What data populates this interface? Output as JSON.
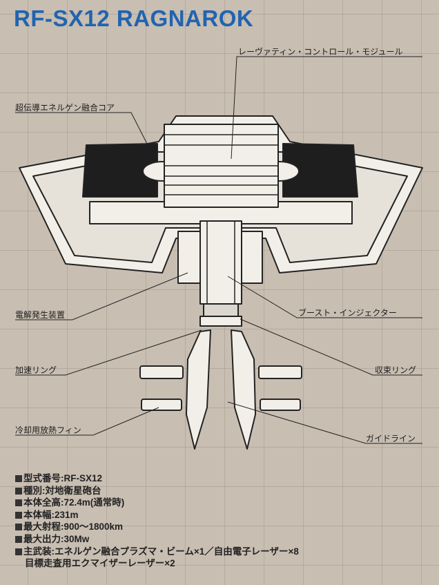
{
  "title": "RF-SX12 RAGNAROK",
  "labels": {
    "control_module": "レーヴァティン・コントロール・モジュール",
    "fusion_core": "超伝導エネルゲン融合コア",
    "electrolysis": "電解発生装置",
    "boost_injector": "ブースト・インジェクター",
    "accel_ring": "加速リング",
    "focus_ring": "収束リング",
    "cooling_fin": "冷却用放熱フィン",
    "guideline": "ガイドライン"
  },
  "specs": [
    "型式番号:RF-SX12",
    "種別:対地衛星砲台",
    "本体全高:72.4m(通常時)",
    "本体幅:231m",
    "最大射程:900〜1800km",
    "最大出力:30Mw",
    "主武装:エネルゲン融合プラズマ・ビーム×1／自由電子レーザー×8"
  ],
  "specs_continuation": "目標走査用エクマイザーレーザー×2"
}
